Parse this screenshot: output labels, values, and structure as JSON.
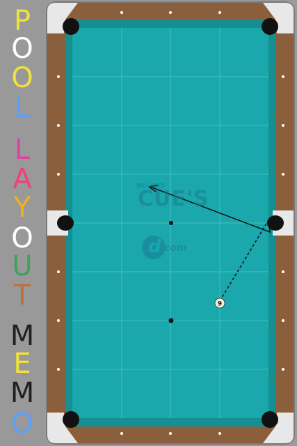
{
  "title": {
    "letters": [
      {
        "char": "P",
        "color": "#f0e040"
      },
      {
        "char": "O",
        "color": "#ffffff"
      },
      {
        "char": "O",
        "color": "#f0e040"
      },
      {
        "char": "L",
        "color": "#5aa0ff"
      },
      {
        "char": "L",
        "color": "#e040a0"
      },
      {
        "char": "A",
        "color": "#f04080"
      },
      {
        "char": "Y",
        "color": "#f0b020"
      },
      {
        "char": "O",
        "color": "#ffffff"
      },
      {
        "char": "U",
        "color": "#40a060"
      },
      {
        "char": "T",
        "color": "#c07040"
      },
      {
        "char": "M",
        "color": "#202020"
      },
      {
        "char": "E",
        "color": "#f0e040"
      },
      {
        "char": "M",
        "color": "#202020"
      },
      {
        "char": "O",
        "color": "#5aa0ff"
      }
    ]
  },
  "table": {
    "cloth_color": "#1aa8ac",
    "rail_color": "#8b5e3c",
    "pocket_color": "#111111",
    "ball": {
      "number": "9"
    }
  },
  "watermark": {
    "top": "BILLIARD",
    "main": "CUE'S",
    "com": "com"
  }
}
